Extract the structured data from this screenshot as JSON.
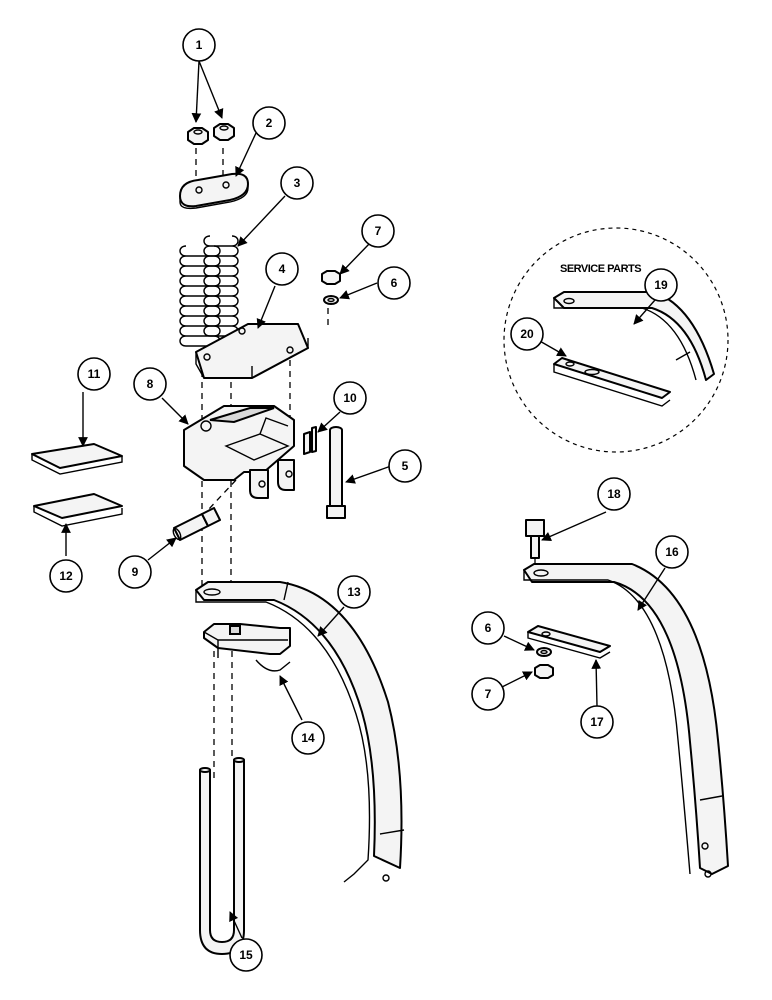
{
  "service_box": {
    "title": "SERVICE PARTS"
  },
  "callouts": [
    "1",
    "2",
    "3",
    "4",
    "5",
    "6",
    "7",
    "8",
    "9",
    "10",
    "11",
    "12",
    "13",
    "14",
    "15",
    "16",
    "17",
    "18",
    "19",
    "20"
  ],
  "colors": {
    "ink": "#000000",
    "paper": "#ffffff"
  }
}
